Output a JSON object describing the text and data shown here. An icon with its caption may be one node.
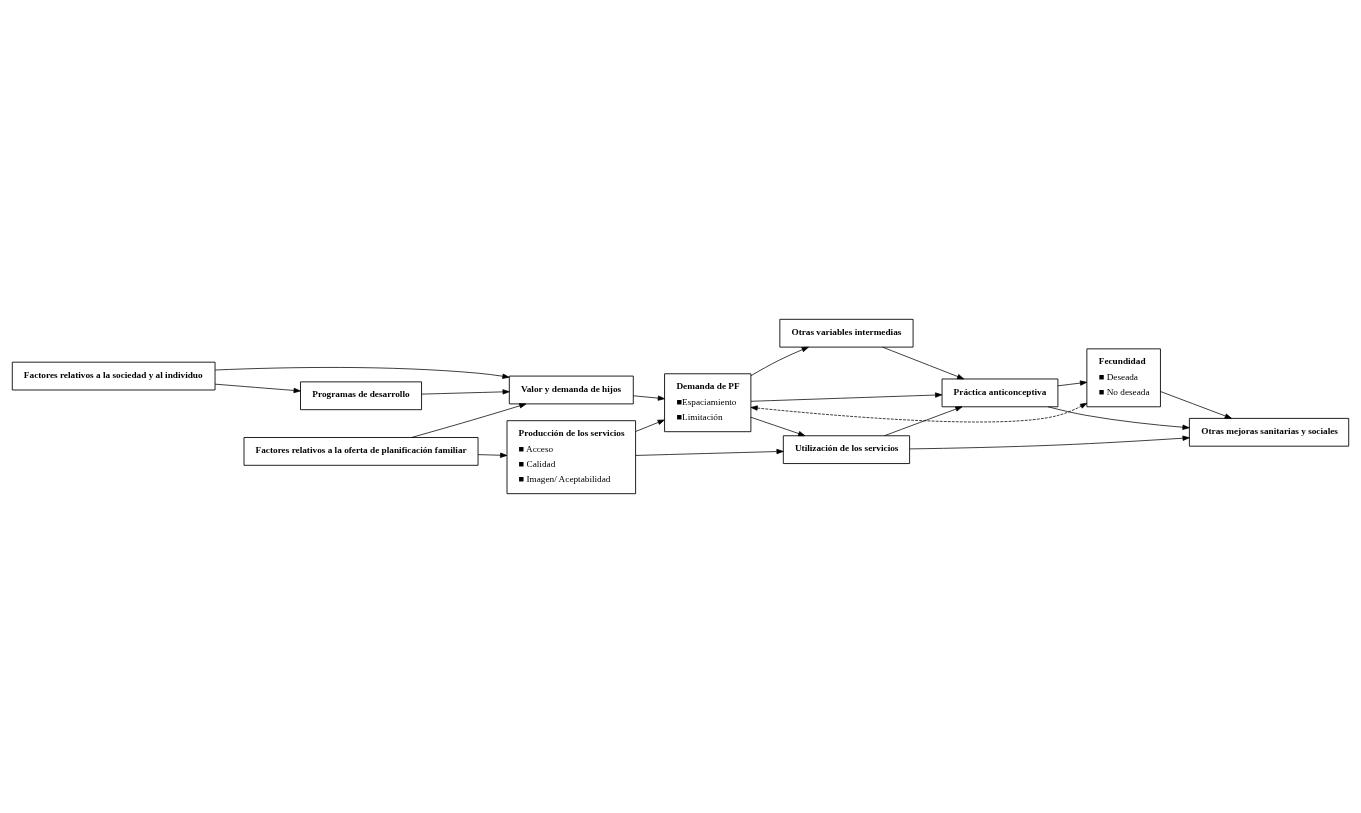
{
  "diagram": {
    "nodes": [
      {
        "text": [
          "Factores relativos a la sociedad y al individuo"
        ]
      },
      {
        "text": [
          "Valor y demanda de hijos"
        ]
      },
      {
        "text": [
          "Demanda de PF",
          "■Espaciamiento",
          "■Limitación"
        ]
      },
      {
        "text": [
          "Otras variables intermedias"
        ]
      },
      {
        "text": [
          "Fecundidad",
          "■ Deseada",
          "■ No deseada"
        ]
      },
      {
        "text": [
          "Programas de desarrollo"
        ]
      },
      {
        "text": [
          "Práctica anticonceptiva"
        ]
      },
      {
        "text": [
          "Producción de los servicios",
          "■ Acceso",
          "■ Calidad",
          "■ Imagen/ Aceptabilidad"
        ]
      },
      {
        "text": [
          "Factores relativos a la oferta de planificación familiar"
        ]
      },
      {
        "text": [
          "Utilización de los servicios"
        ]
      },
      {
        "text": [
          "Otras mejoras sanitarias y sociales"
        ]
      }
    ],
    "edges": [
      {
        "from": 0,
        "to": 1,
        "arrow": "to"
      },
      {
        "from": 0,
        "to": 5,
        "arrow": "to"
      },
      {
        "from": 1,
        "to": 2,
        "arrow": "to"
      },
      {
        "from": 5,
        "to": 1,
        "arrow": "to"
      },
      {
        "from": 8,
        "to": 1,
        "arrow": "to"
      },
      {
        "from": 8,
        "to": 7,
        "arrow": "to"
      },
      {
        "from": 7,
        "to": 2,
        "arrow": "to"
      },
      {
        "from": 2,
        "to": 3,
        "arrow": "to"
      },
      {
        "from": 2,
        "to": 6,
        "arrow": "to"
      },
      {
        "from": 2,
        "to": 9,
        "arrow": "to"
      },
      {
        "from": 3,
        "to": 6,
        "arrow": "to"
      },
      {
        "from": 6,
        "to": 4,
        "arrow": "to"
      },
      {
        "from": 6,
        "to": 10,
        "arrow": "to"
      },
      {
        "from": 9,
        "to": 6,
        "arrow": "to"
      },
      {
        "from": 7,
        "to": 9,
        "arrow": "to"
      },
      {
        "from": 9,
        "to": 10,
        "arrow": "to"
      },
      {
        "from": 4,
        "to": 10,
        "arrow": "to"
      },
      {
        "from": 2,
        "to": 4,
        "arrow": "both",
        "style": "dashed"
      }
    ]
  }
}
